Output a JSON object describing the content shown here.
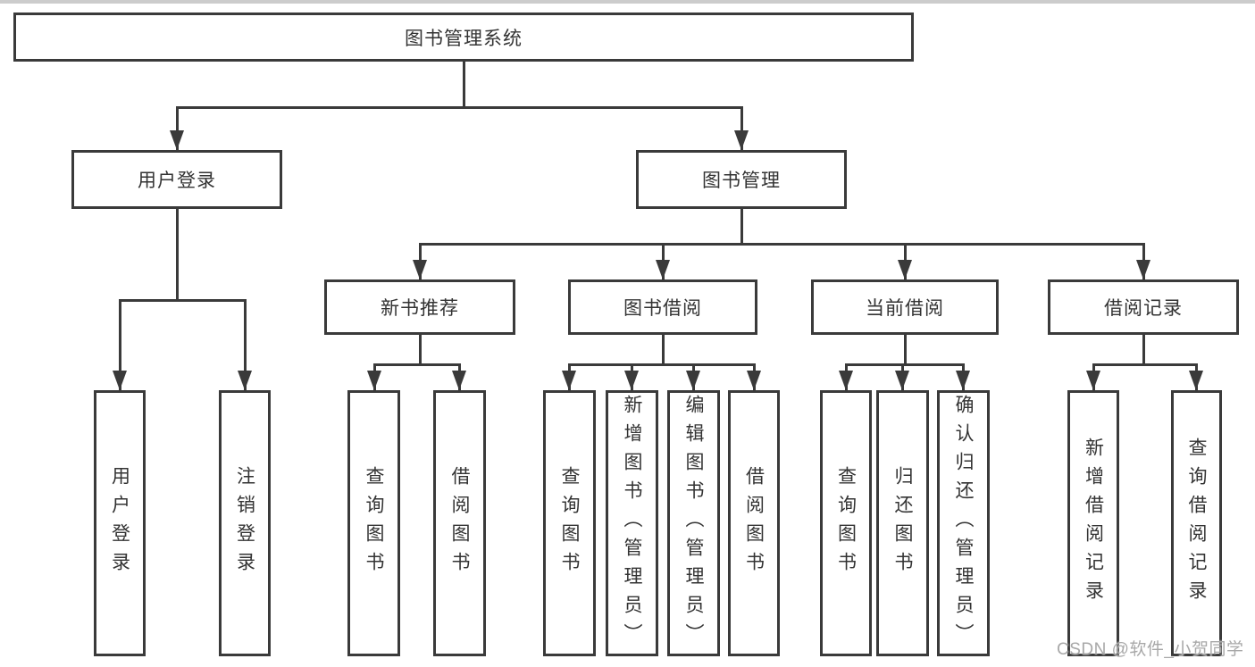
{
  "diagram": {
    "root": {
      "label": "图书管理系统"
    },
    "level2": [
      {
        "label": "用户登录"
      },
      {
        "label": "图书管理"
      }
    ],
    "level3": [
      {
        "label": "新书推荐"
      },
      {
        "label": "图书借阅"
      },
      {
        "label": "当前借阅"
      },
      {
        "label": "借阅记录"
      }
    ],
    "leaves": {
      "user_login": [
        {
          "label": "用户登录"
        },
        {
          "label": "注销登录"
        }
      ],
      "new_books": [
        {
          "label": "查询图书"
        },
        {
          "label": "借阅图书"
        }
      ],
      "book_borrow": [
        {
          "label": "查询图书"
        },
        {
          "label": "新增图书（管理员）"
        },
        {
          "label": "编辑图书（管理员）"
        },
        {
          "label": "借阅图书"
        }
      ],
      "current_borrow": [
        {
          "label": "查询图书"
        },
        {
          "label": "归还图书"
        },
        {
          "label": "确认归还（管理员）"
        }
      ],
      "borrow_records": [
        {
          "label": "新增借阅记录"
        },
        {
          "label": "查询借阅记录"
        }
      ]
    },
    "watermark": "CSDN @软件_小贺同学",
    "colors": {
      "line": "#3a3a3a",
      "text": "#333333",
      "watermark": "#a8a8a8",
      "background": "#ffffff"
    }
  }
}
